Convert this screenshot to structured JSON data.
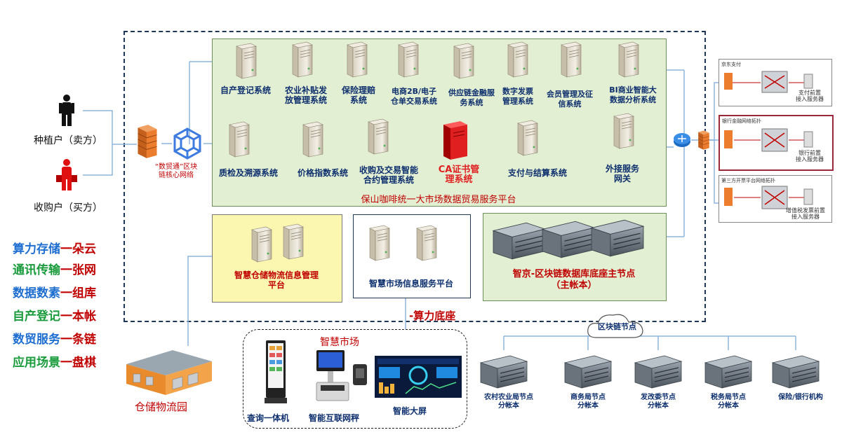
{
  "actors": {
    "seller": "种植户（卖方）",
    "buyer": "收购户（买方）"
  },
  "firewall_label": "“数贸通”区块\n链核心网络",
  "platform": {
    "title": "保山咖啡统一大市场数据贸易服务平台",
    "row1": [
      "自产登记系统",
      "农业补贴发\n放管理系统",
      "保险理赔\n系统",
      "电商2B/电子\n仓单交易系统",
      "供应链金融服\n务系统",
      "数字发票\n管理系统",
      "会员管理及征\n信系统",
      "BI商业智能大\n数据分析系统"
    ],
    "row2": [
      "质检及溯源系统",
      "价格指数系统",
      "收购及交易智能\n合约管理系统",
      "CA证书管\n理系统",
      "支付与结算系统",
      "外接服务\n网关"
    ]
  },
  "sub_panels": {
    "warehouse": "智慧仓储物流信息管理\n平台",
    "market": "智慧市场信息服务平台",
    "blockchain": "智京-区块链数据库底座主节点\n（主帐本）"
  },
  "compute_base": "-算力底座",
  "left_list": [
    {
      "a": "算力存储",
      "b": "一朵云",
      "color": "#1f6fd1"
    },
    {
      "a": "通讯传输",
      "b": "一张网",
      "color": "#1a9b3c"
    },
    {
      "a": "数据数素",
      "b": "一组库",
      "color": "#1f6fd1"
    },
    {
      "a": "自产登记",
      "b": "一本帐",
      "color": "#1a9b3c"
    },
    {
      "a": "数贸服务",
      "b": "一条链",
      "color": "#1f6fd1"
    },
    {
      "a": "应用场景",
      "b": "一盘棋",
      "color": "#1a9b3c"
    }
  ],
  "left_list_suffix_color": "#c00000",
  "warehouse_park": "仓储物流园",
  "smart_market": {
    "title": "智慧市场",
    "kiosk": "查询一体机",
    "scale": "智能互联网秤",
    "screen": "智能大屏"
  },
  "right_banks": [
    {
      "title": "京东支付",
      "node": "支付前置\n接入服务器"
    },
    {
      "title": "银行金融网络拓扑",
      "node": "银行前置\n接入服务器"
    },
    {
      "title": "第三方开票平台网络拓扑",
      "node": "增值税发票前置\n接入服务器"
    }
  ],
  "chain_cloud": "区块链节点",
  "chain_nodes": [
    "农村农业局节点\n分帐本",
    "商务局节点\n分帐本",
    "发改委节点\n分帐本",
    "税务局节点\n分帐本",
    "保险/银行机构"
  ],
  "colors": {
    "platform_bg": "#e3efd3",
    "warehouse_bg": "#fbf6b0",
    "blockchain_bg": "#e3efd3",
    "ca_red": "#e02020",
    "label_blue": "#0d2f6e",
    "title_red": "#c00000"
  }
}
